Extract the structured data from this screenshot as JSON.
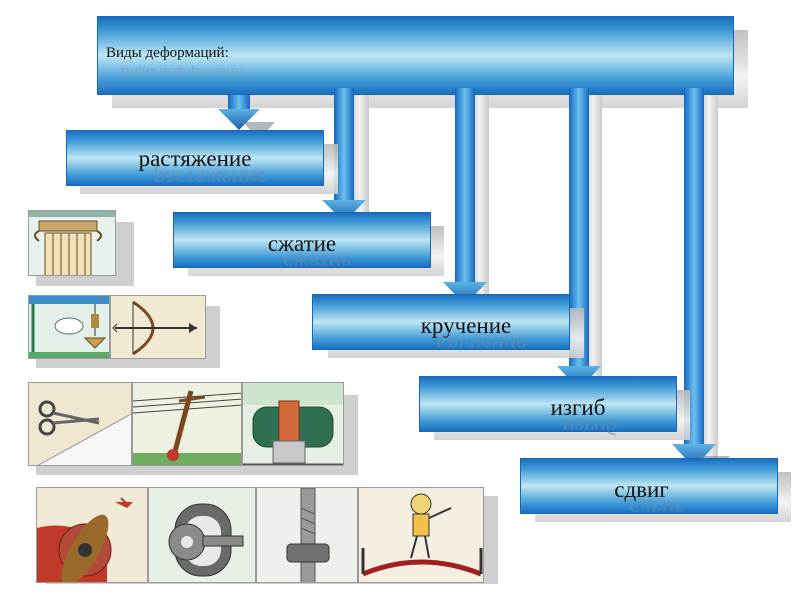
{
  "diagram": {
    "title": "Виды деформаций:",
    "types": [
      {
        "id": "stretch",
        "label": "растяжение"
      },
      {
        "id": "compress",
        "label": "сжатие"
      },
      {
        "id": "twist",
        "label": "кручение"
      },
      {
        "id": "bend",
        "label": "изгиб"
      },
      {
        "id": "shear",
        "label": "сдвиг"
      }
    ]
  },
  "colors": {
    "bar_dark": "#1a6fc0",
    "bar_light": "#bfe6f4",
    "arrow": "#1568c0",
    "text": "#111111"
  },
  "pictures": [
    "column-icon",
    "weight-scale-icon",
    "bow-arrow-icon",
    "scissors-paper-icon",
    "power-pole-icon",
    "vise-screw-icon",
    "propeller-icon",
    "key-lock-icon",
    "bolt-icon",
    "tightrope-walker-icon"
  ]
}
